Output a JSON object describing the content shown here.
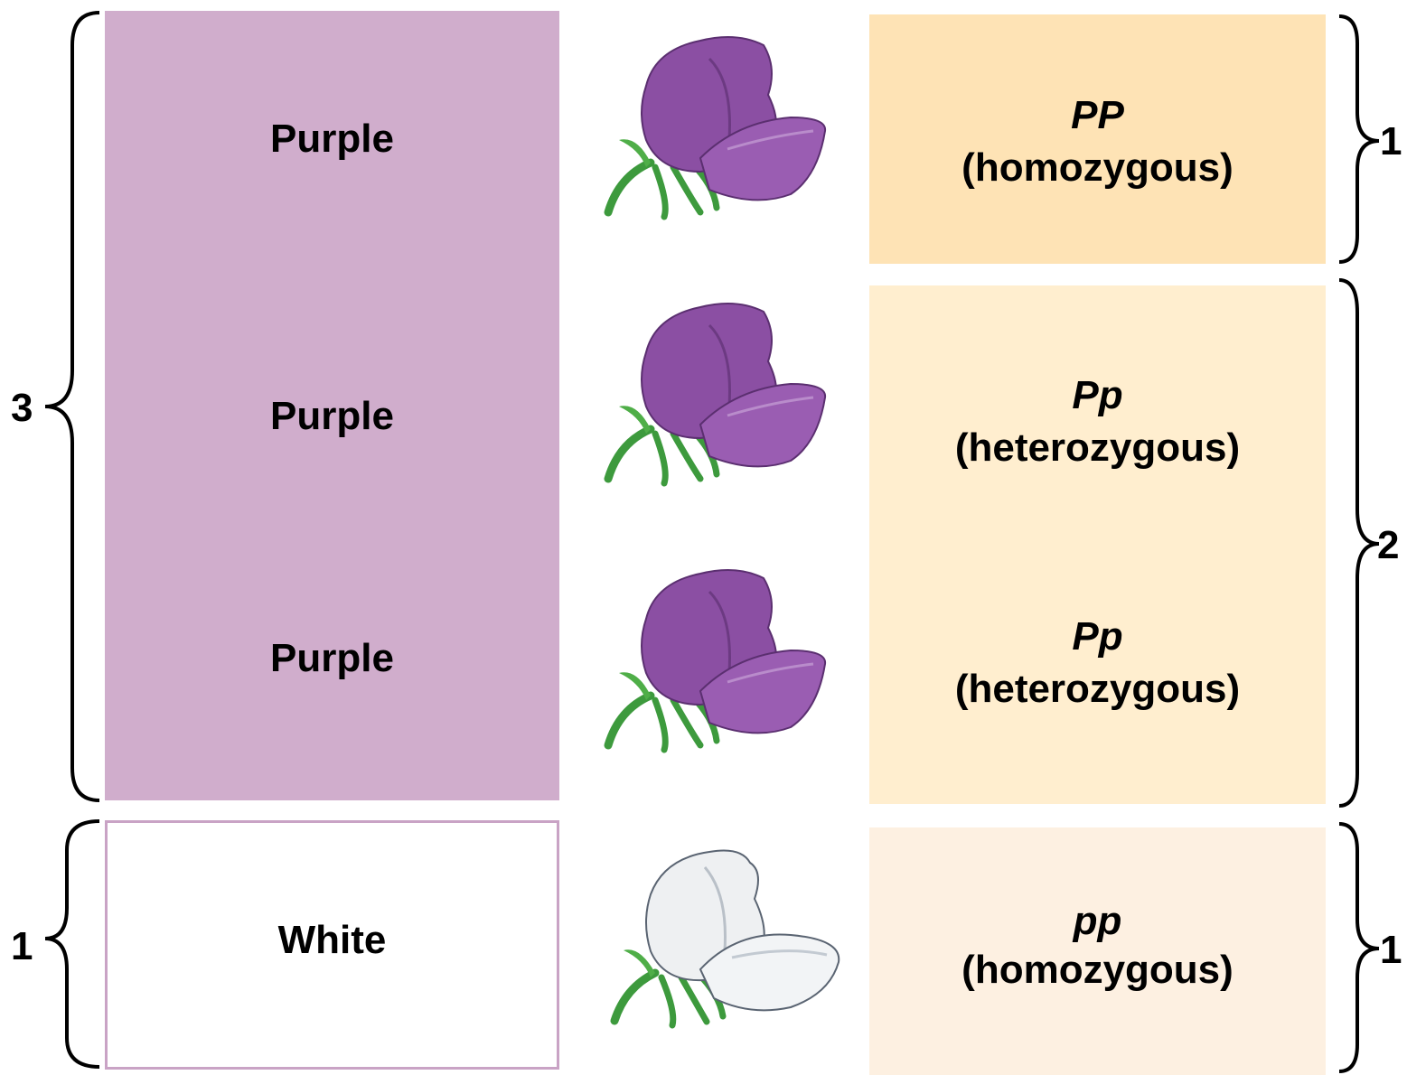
{
  "phenotype_panel": {
    "purple_labels": [
      "Purple",
      "Purple",
      "Purple"
    ],
    "white_label": "White"
  },
  "genotype_panel": {
    "rows": [
      {
        "genotype": "PP",
        "zygosity": "(homozygous)"
      },
      {
        "genotype": "Pp",
        "zygosity": "(heterozygous)"
      },
      {
        "genotype": "Pp",
        "zygosity": "(heterozygous)"
      },
      {
        "genotype": "pp",
        "zygosity": "(homozygous)"
      }
    ]
  },
  "ratios": {
    "phenotype_purple": "3",
    "phenotype_white": "1",
    "genotype_PP": "1",
    "genotype_Pp": "2",
    "genotype_pp": "1"
  },
  "colors": {
    "purple_box": "#d0adcc",
    "white_box_border": "#c9a3c5",
    "pp_homozygous_box": "#fee3b5",
    "heterozygous_box": "#ffeecf",
    "recessive_box": "#fdf0e1",
    "purple_flower": "#8b4fa3",
    "white_flower": "#eef0f2",
    "stem": "#3d9a3d"
  }
}
